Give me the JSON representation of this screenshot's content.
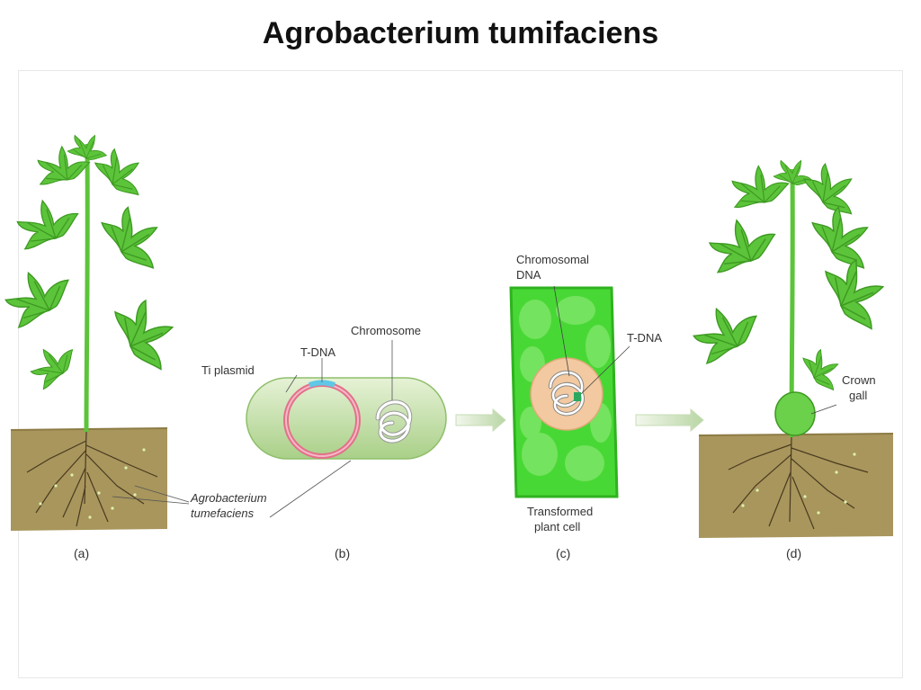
{
  "title": "Agrobacterium tumifaciens",
  "panels": {
    "a": {
      "caption": "(a)",
      "bacteria_label_line1": "Agrobacterium",
      "bacteria_label_line2": "tumefaciens"
    },
    "b": {
      "caption": "(b)",
      "ti_plasmid": "Ti plasmid",
      "t_dna": "T-DNA",
      "chromosome": "Chromosome"
    },
    "c": {
      "caption": "(c)",
      "chromosomal_line1": "Chromosomal",
      "chromosomal_line2": "DNA",
      "t_dna": "T-DNA",
      "transformed_line1": "Transformed",
      "transformed_line2": "plant cell"
    },
    "d": {
      "caption": "(d)",
      "crown_line1": "Crown",
      "crown_line2": "gall"
    }
  },
  "colors": {
    "leaf": "#5cc43a",
    "leaf_dark": "#3e9a22",
    "soil": "#a8965c",
    "bacterium": "#cfe6b0",
    "plasmid": "#e2708a",
    "cell": "#48d835",
    "nucleus": "#f2c9a0"
  }
}
